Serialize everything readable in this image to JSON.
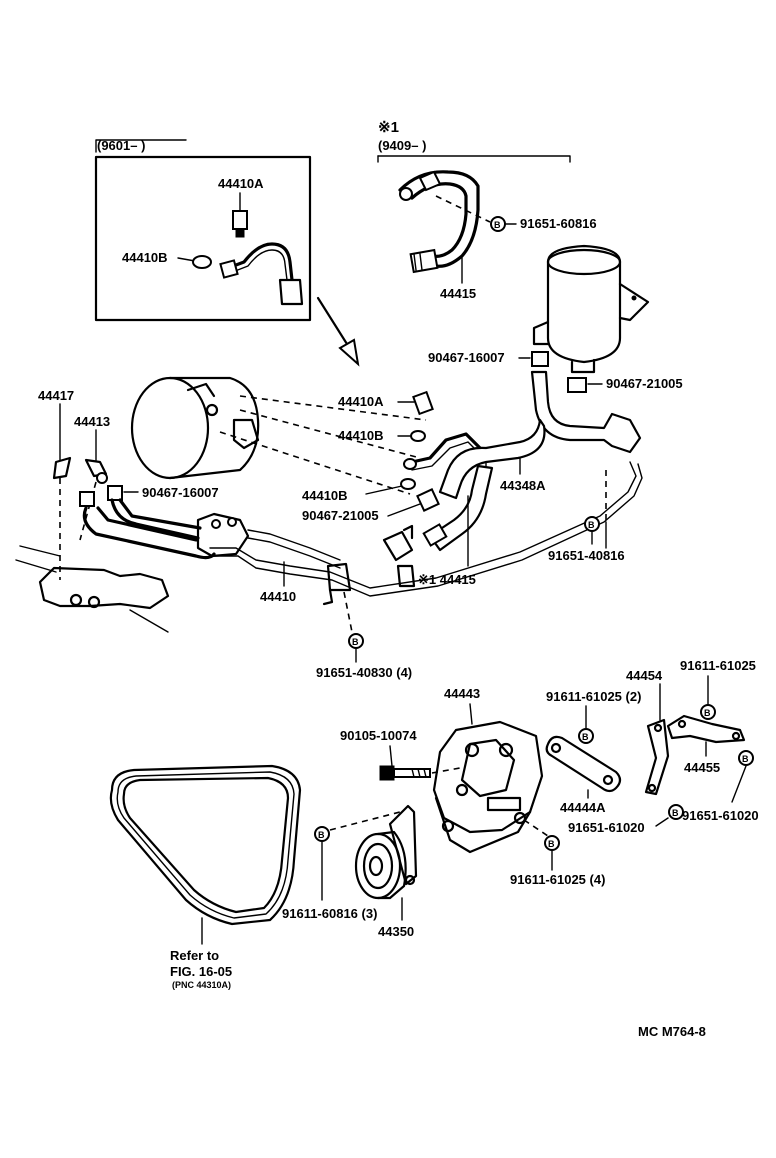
{
  "inset": {
    "date_range": "(9601–        )",
    "parts": [
      "44410A",
      "44410B"
    ]
  },
  "marker1": {
    "symbol": "※1",
    "date_range": "(9409–        )",
    "parts": [
      "91651-60816",
      "44415"
    ]
  },
  "labels": {
    "p90467_16007_top": "90467-16007",
    "p90467_21005_top": "90467-21005",
    "p44417": "44417",
    "p44413": "44413",
    "p90467_16007_left": "90467-16007",
    "p44410A": "44410A",
    "p44410B_a": "44410B",
    "p44410B_b": "44410B",
    "p90467_21005_mid": "90467-21005",
    "p44348A": "44348A",
    "p91651_40816": "91651-40816",
    "p44415_main": "※1 44415",
    "p44410": "44410",
    "p91651_40830": "91651-40830 (4)",
    "p44443": "44443",
    "p44454": "44454",
    "p91611_61025_a": "91611-61025",
    "p91611_61025_b": "91611-61025 (2)",
    "p90105_10074": "90105-10074",
    "p44455": "44455",
    "p44444A": "44444A",
    "p91651_61020_a": "91651-61020",
    "p91651_61020_b": "91651-61020",
    "p91611_60816": "91611-60816 (3)",
    "p44350": "44350",
    "p91611_61025_c": "91611-61025 (4)"
  },
  "refer": {
    "line1": "Refer to",
    "line2": "FIG. 16-05",
    "line3": "(PNC 44310A)"
  },
  "footer_code": "MC  M764-8",
  "bolt_mark": "B"
}
